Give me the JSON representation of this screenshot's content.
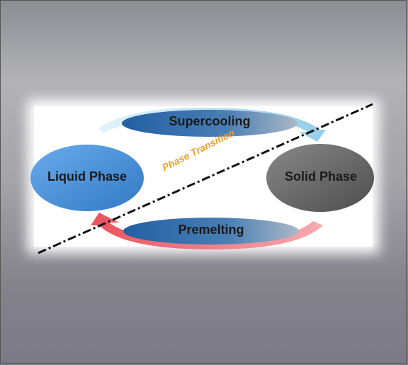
{
  "diagram": {
    "liquid_label": "Liquid Phase",
    "solid_label": "Solid Phase",
    "supercooling_label": "Supercooling",
    "premelting_label": "Premelting",
    "transition_label": "Phase Transition"
  },
  "colors": {
    "liquid_fill": "#4a90d6",
    "solid_fill": "#6b6b6b",
    "super_arrow": "#bfe3f3",
    "prem_arrow": "#ec5a63",
    "transition_text": "#f0a020"
  }
}
